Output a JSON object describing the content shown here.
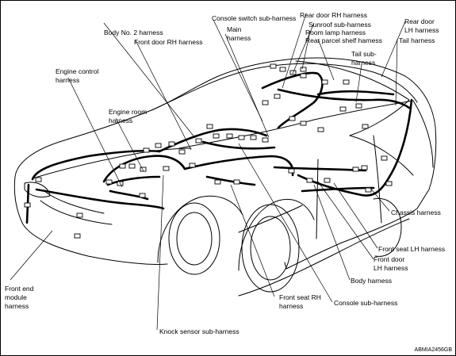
{
  "figure_code": "ABMIA2456GB",
  "labels": {
    "console_switch_sub_harness": "Console switch sub-harness",
    "rear_door_rh_harness": "Rear door RH harness",
    "rear_door_lh_harness": [
      "Rear door",
      "LH harness"
    ],
    "body_no2_harness": "Body No. 2 harness",
    "main_harness": [
      "Main",
      "harness"
    ],
    "sunroof_sub_harness": "Sunroof sub-harness",
    "room_lamp_harness": "Room lamp harness",
    "tail_harness": "Tail harness",
    "front_door_rh_harness": "Front door RH harness",
    "rear_parcel_shelf_harness": "Rear parcel shelf harness",
    "engine_control_harness": [
      "Engine control",
      "harness"
    ],
    "tail_sub_harness": [
      "Tail sub-",
      "harness"
    ],
    "engine_room_harness": [
      "Engine room",
      "harness"
    ],
    "chassis_harness": "Chassis harness",
    "front_seat_lh_harness": "Front seat LH harness",
    "front_door_lh_harness": [
      "Front door",
      "LH harness"
    ],
    "body_harness": "Body harness",
    "front_end_module_harness": [
      "Front end",
      "module",
      "harness"
    ],
    "front_seat_rh_harness": [
      "Front seat RH",
      "harness"
    ],
    "console_sub_harness": "Console sub-harness",
    "knock_sensor_sub_harness": "Knock sensor sub-harness"
  }
}
